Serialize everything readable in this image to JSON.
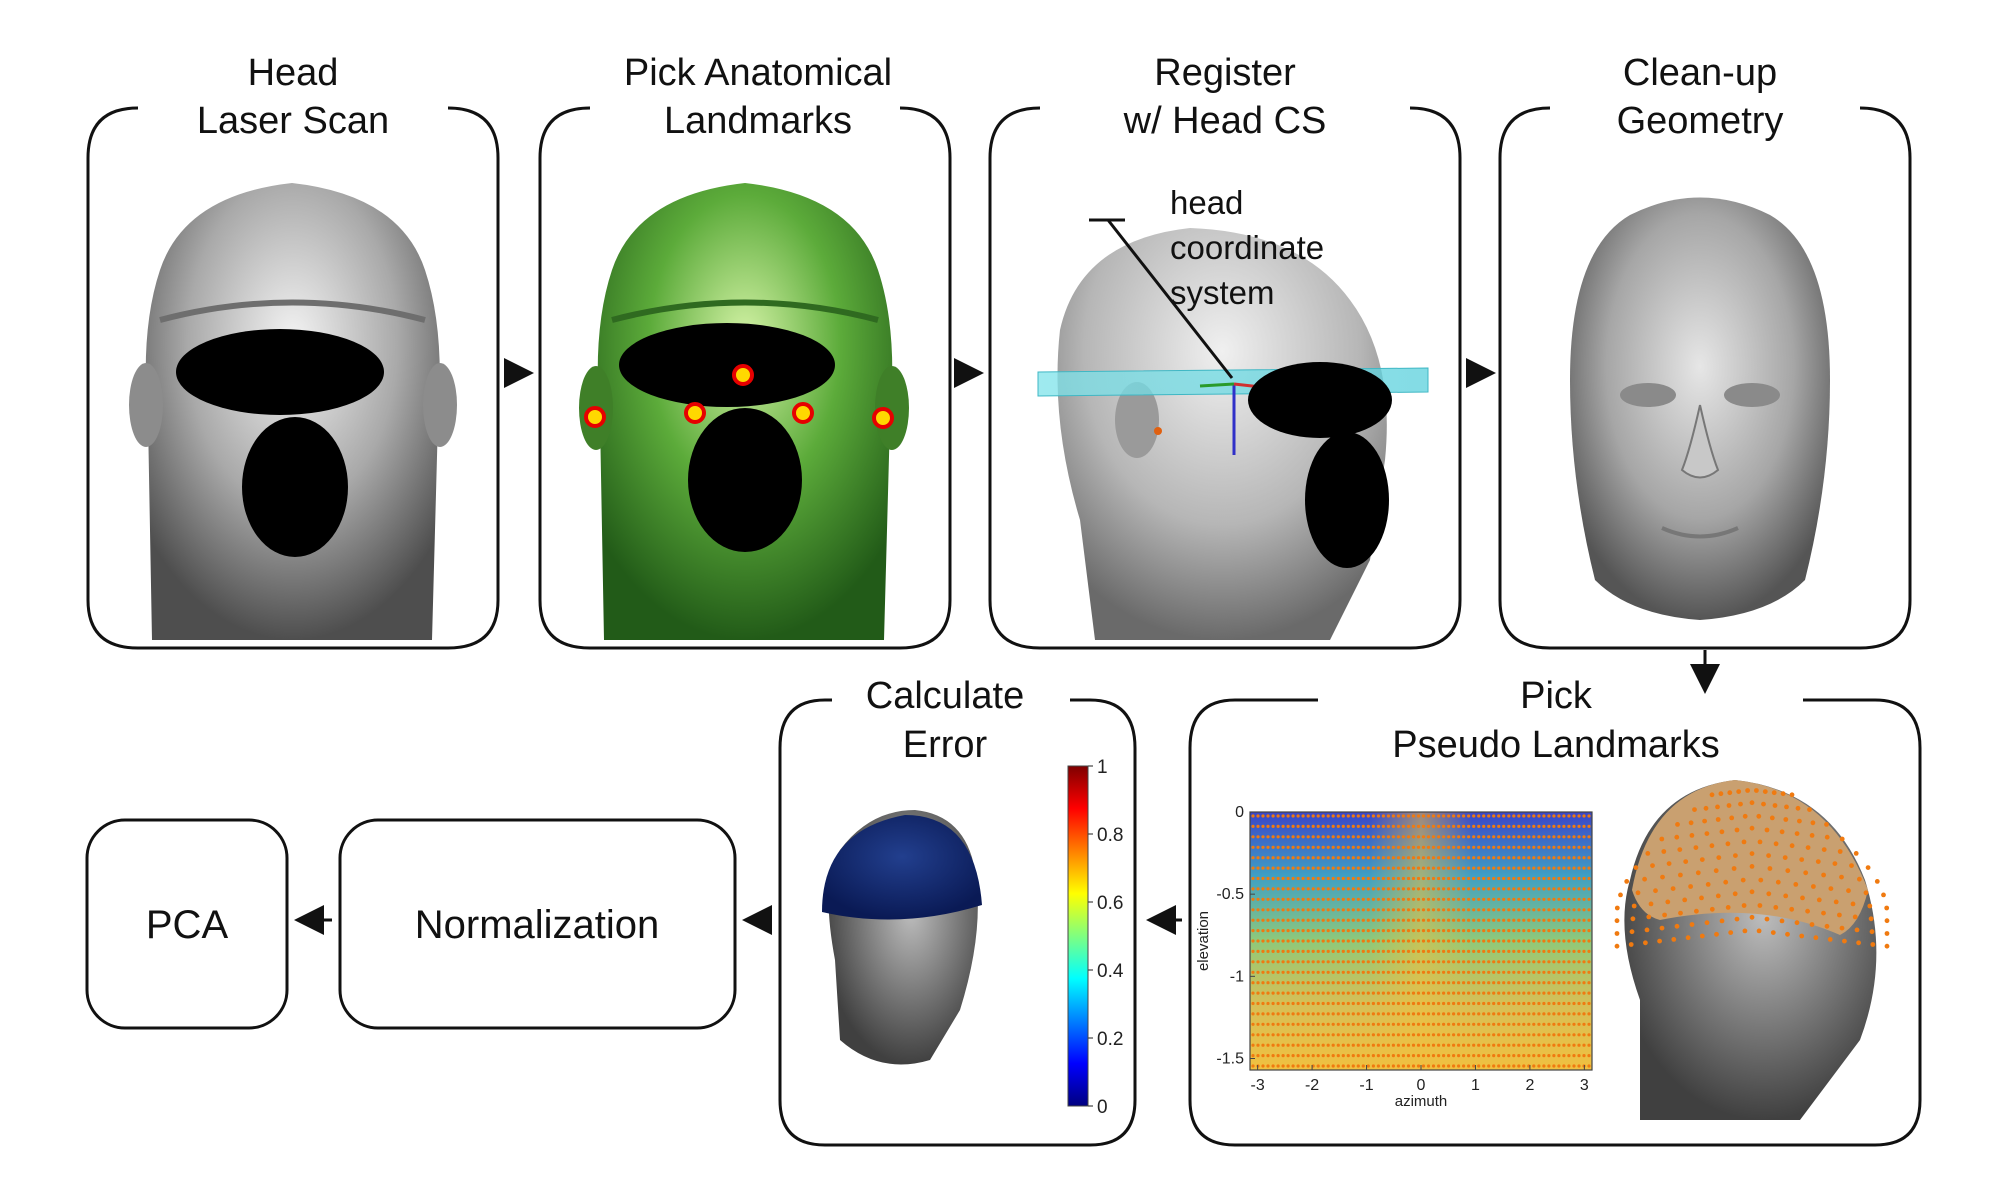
{
  "steps": {
    "head_scan": {
      "title_lines": [
        "Head",
        "Laser Scan"
      ]
    },
    "landmarks": {
      "title_lines": [
        "Pick Anatomical",
        "Landmarks"
      ]
    },
    "register": {
      "title_lines": [
        "Register",
        "w/ Head CS"
      ],
      "annotation_lines": [
        "head",
        "coordinate",
        "system"
      ]
    },
    "cleanup": {
      "title_lines": [
        "Clean-up",
        "Geometry"
      ]
    },
    "pseudo": {
      "title_lines": [
        "Pick",
        "Pseudo Landmarks"
      ]
    },
    "error": {
      "title_lines": [
        "Calculate",
        "Error"
      ]
    },
    "normalization": {
      "label": "Normalization"
    },
    "pca": {
      "label": "PCA"
    }
  },
  "colorbar": {
    "ticks": [
      "1",
      "0.8",
      "0.6",
      "0.4",
      "0.2",
      "0"
    ],
    "values": [
      1,
      0.8,
      0.6,
      0.4,
      0.2,
      0
    ],
    "colormap": "jet"
  },
  "landmark_color": "#e60000",
  "landmark_fill": "#ffd800",
  "chart_data": {
    "type": "heatmap",
    "xlabel": "azimuth",
    "ylabel": "elevation",
    "xlim": [
      -3.14,
      3.14
    ],
    "ylim": [
      -1.57,
      0
    ],
    "x_ticks": [
      "-3",
      "-2",
      "-1",
      "0",
      "1",
      "2",
      "3"
    ],
    "y_ticks": [
      "0",
      "-0.5",
      "-1",
      "-1.5"
    ],
    "x_tick_values": [
      -3,
      -2,
      -1,
      0,
      1,
      2,
      3
    ],
    "y_tick_values": [
      0,
      -0.5,
      -1,
      -1.5
    ],
    "point_rows": 25,
    "points_per_row": 68,
    "point_color": "#f07a10"
  }
}
